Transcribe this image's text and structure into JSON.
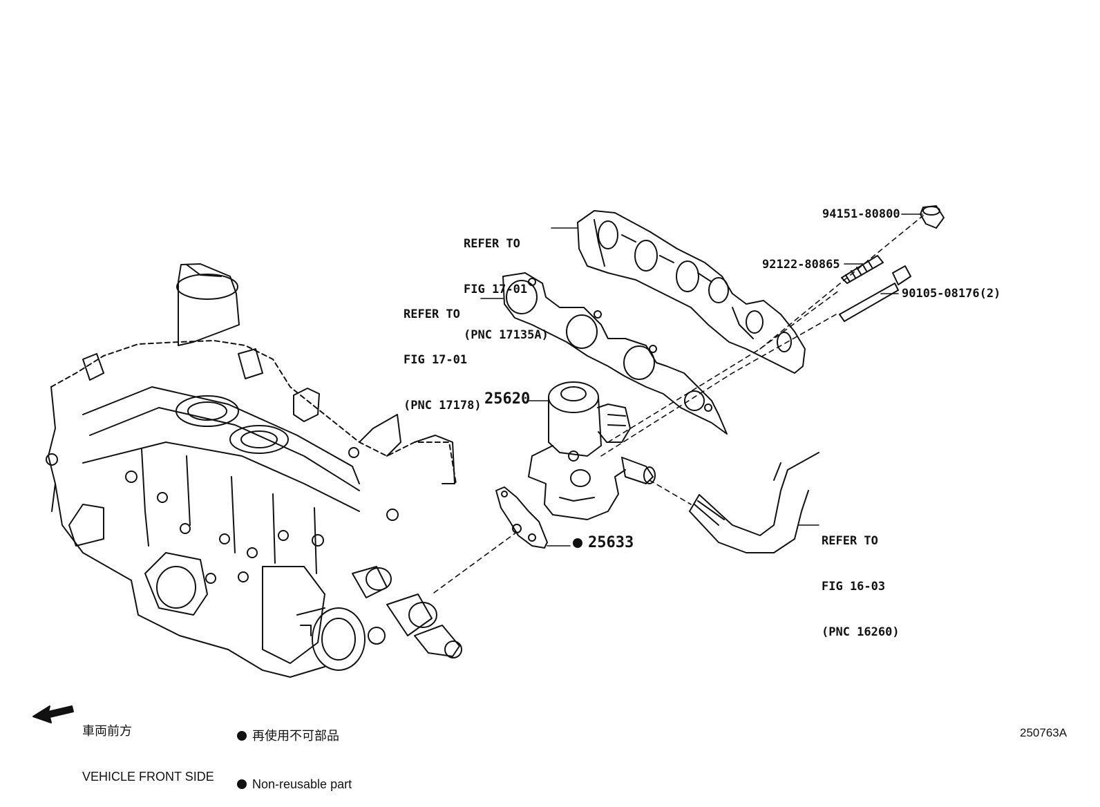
{
  "refs": {
    "manifold": [
      "REFER TO",
      "FIG 17-01",
      "(PNC 17135A)"
    ],
    "gasket": [
      "REFER TO",
      "FIG 17-01",
      "(PNC 17178)"
    ],
    "hose": [
      "REFER TO",
      "FIG 16-03",
      "(PNC 16260)"
    ]
  },
  "parts": {
    "cap": "94151-80800",
    "stud": "92122-80865",
    "bolt": "90105-08176(2)",
    "egr_valve": "25620",
    "egr_gasket": "25633"
  },
  "legend": {
    "direction_jp": "車両前方",
    "direction_en": "VEHICLE FRONT SIDE",
    "nonreusable_jp": "再使用不可部品",
    "nonreusable_en": "Non-reusable part"
  },
  "figure_code": "250763A"
}
